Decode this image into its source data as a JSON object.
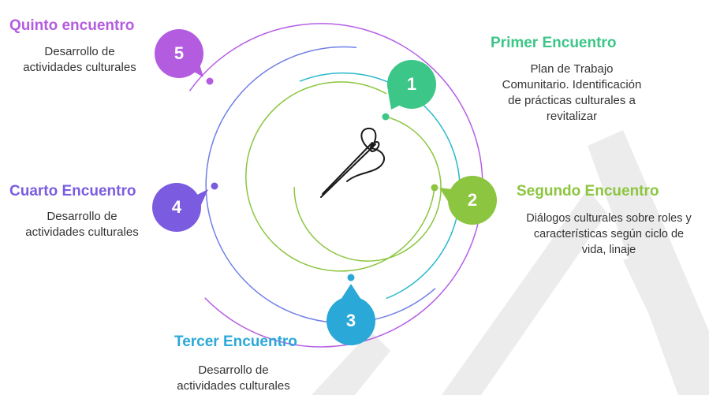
{
  "colors": {
    "stage1": "#3cc687",
    "stage2": "#8cc53f",
    "stage3": "#2aa8d8",
    "stage4": "#7b5ce0",
    "stage5": "#b45ce0",
    "ring_green": "#8cc53f",
    "ring_teal": "#2ab8cc",
    "ring_blue": "#6f7fe8",
    "ring_purple": "#b65fe4",
    "watermark": "#ececec"
  },
  "center_icon": "needle-and-thread-icon",
  "stages": [
    {
      "number": "1",
      "title": "Primer Encuentro",
      "description": [
        "Plan de Trabajo",
        "Comunitario. Identificación",
        "de prácticas culturales a",
        "revitalizar"
      ]
    },
    {
      "number": "2",
      "title": "Segundo Encuentro",
      "description": [
        "Diálogos culturales sobre roles y",
        "características según ciclo de",
        "vida, linaje"
      ]
    },
    {
      "number": "3",
      "title": "Tercer Encuentro",
      "description": [
        "Desarrollo de",
        "actividades culturales"
      ]
    },
    {
      "number": "4",
      "title": "Cuarto Encuentro",
      "description": [
        "Desarrollo de",
        "actividades culturales"
      ]
    },
    {
      "number": "5",
      "title": "Quinto encuentro",
      "description": [
        "Desarrollo de",
        "actividades culturales"
      ]
    }
  ]
}
